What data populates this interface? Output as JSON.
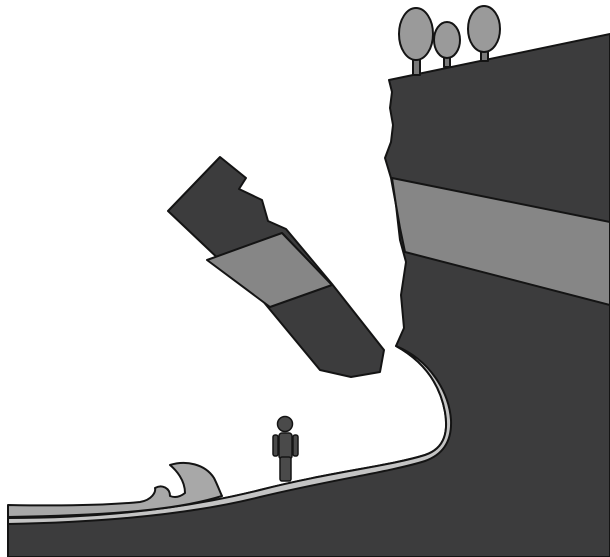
{
  "diagram": {
    "subject": "cliff-erosion-rockfall",
    "elements": [
      "cliff",
      "rock-stratum",
      "falling-rock-block",
      "undercut-notch",
      "beach",
      "sea",
      "breaking-wave",
      "person",
      "trees"
    ]
  },
  "colors": {
    "background": "#ffffff",
    "rock": "#3c3c3d",
    "rock_stratum": "#868686",
    "beach": "#c4c4c4",
    "sea": "#a8a8a8",
    "tree_canopy": "#9a9a9a",
    "tree_trunk": "#7a7a7a",
    "person": "#4a4a4a",
    "outline": "#141414"
  }
}
